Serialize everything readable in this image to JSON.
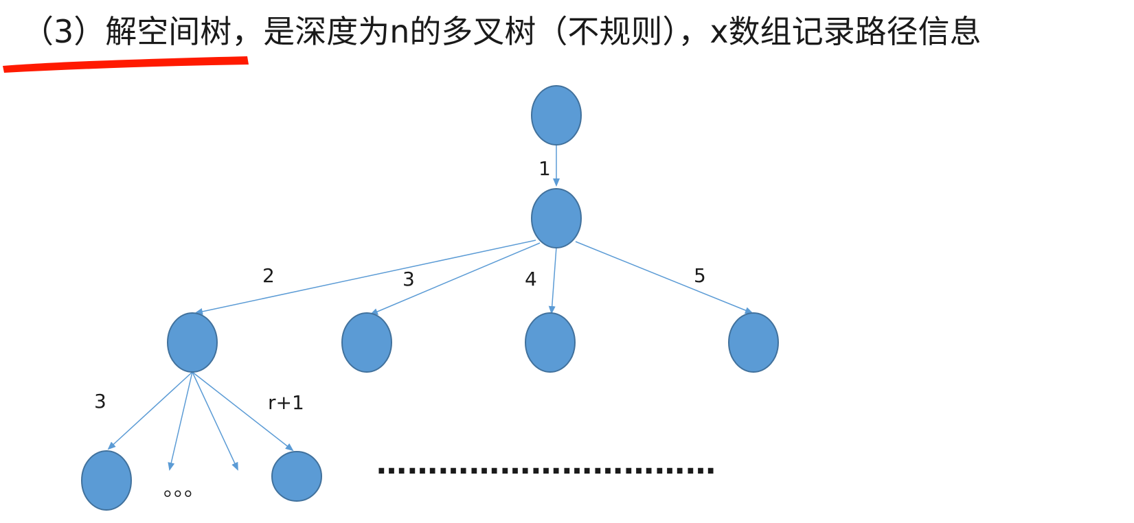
{
  "slide": {
    "title": "（3）解空间树，是深度为n的多叉树（不规则），x数组记录路径信息",
    "continuation": "……………………………"
  },
  "colors": {
    "node_fill": "#5b9bd5",
    "node_stroke": "#41719c",
    "edge": "#5b9bd5",
    "highlight_underline": "#ff1a00",
    "text": "#1a1a1a"
  },
  "tree": {
    "nodes": [
      {
        "id": "root",
        "label": ""
      },
      {
        "id": "level1",
        "label": ""
      },
      {
        "id": "child-a",
        "label": ""
      },
      {
        "id": "child-b",
        "label": ""
      },
      {
        "id": "child-c",
        "label": ""
      },
      {
        "id": "child-d",
        "label": ""
      },
      {
        "id": "leaf-first",
        "label": ""
      },
      {
        "id": "leaf-last",
        "label": ""
      }
    ],
    "edges": [
      {
        "from": "root",
        "to": "level1",
        "label": "1"
      },
      {
        "from": "level1",
        "to": "child-a",
        "label": "2"
      },
      {
        "from": "level1",
        "to": "child-b",
        "label": "3"
      },
      {
        "from": "level1",
        "to": "child-c",
        "label": "4"
      },
      {
        "from": "level1",
        "to": "child-d",
        "label": "5"
      },
      {
        "from": "child-a",
        "to": "leaf-first",
        "label": "3"
      },
      {
        "from": "child-a",
        "to": "gap-1",
        "label": ""
      },
      {
        "from": "child-a",
        "to": "gap-2",
        "label": ""
      },
      {
        "from": "child-a",
        "to": "leaf-last",
        "label": "r+1"
      }
    ],
    "omitted_siblings": "。。。"
  }
}
